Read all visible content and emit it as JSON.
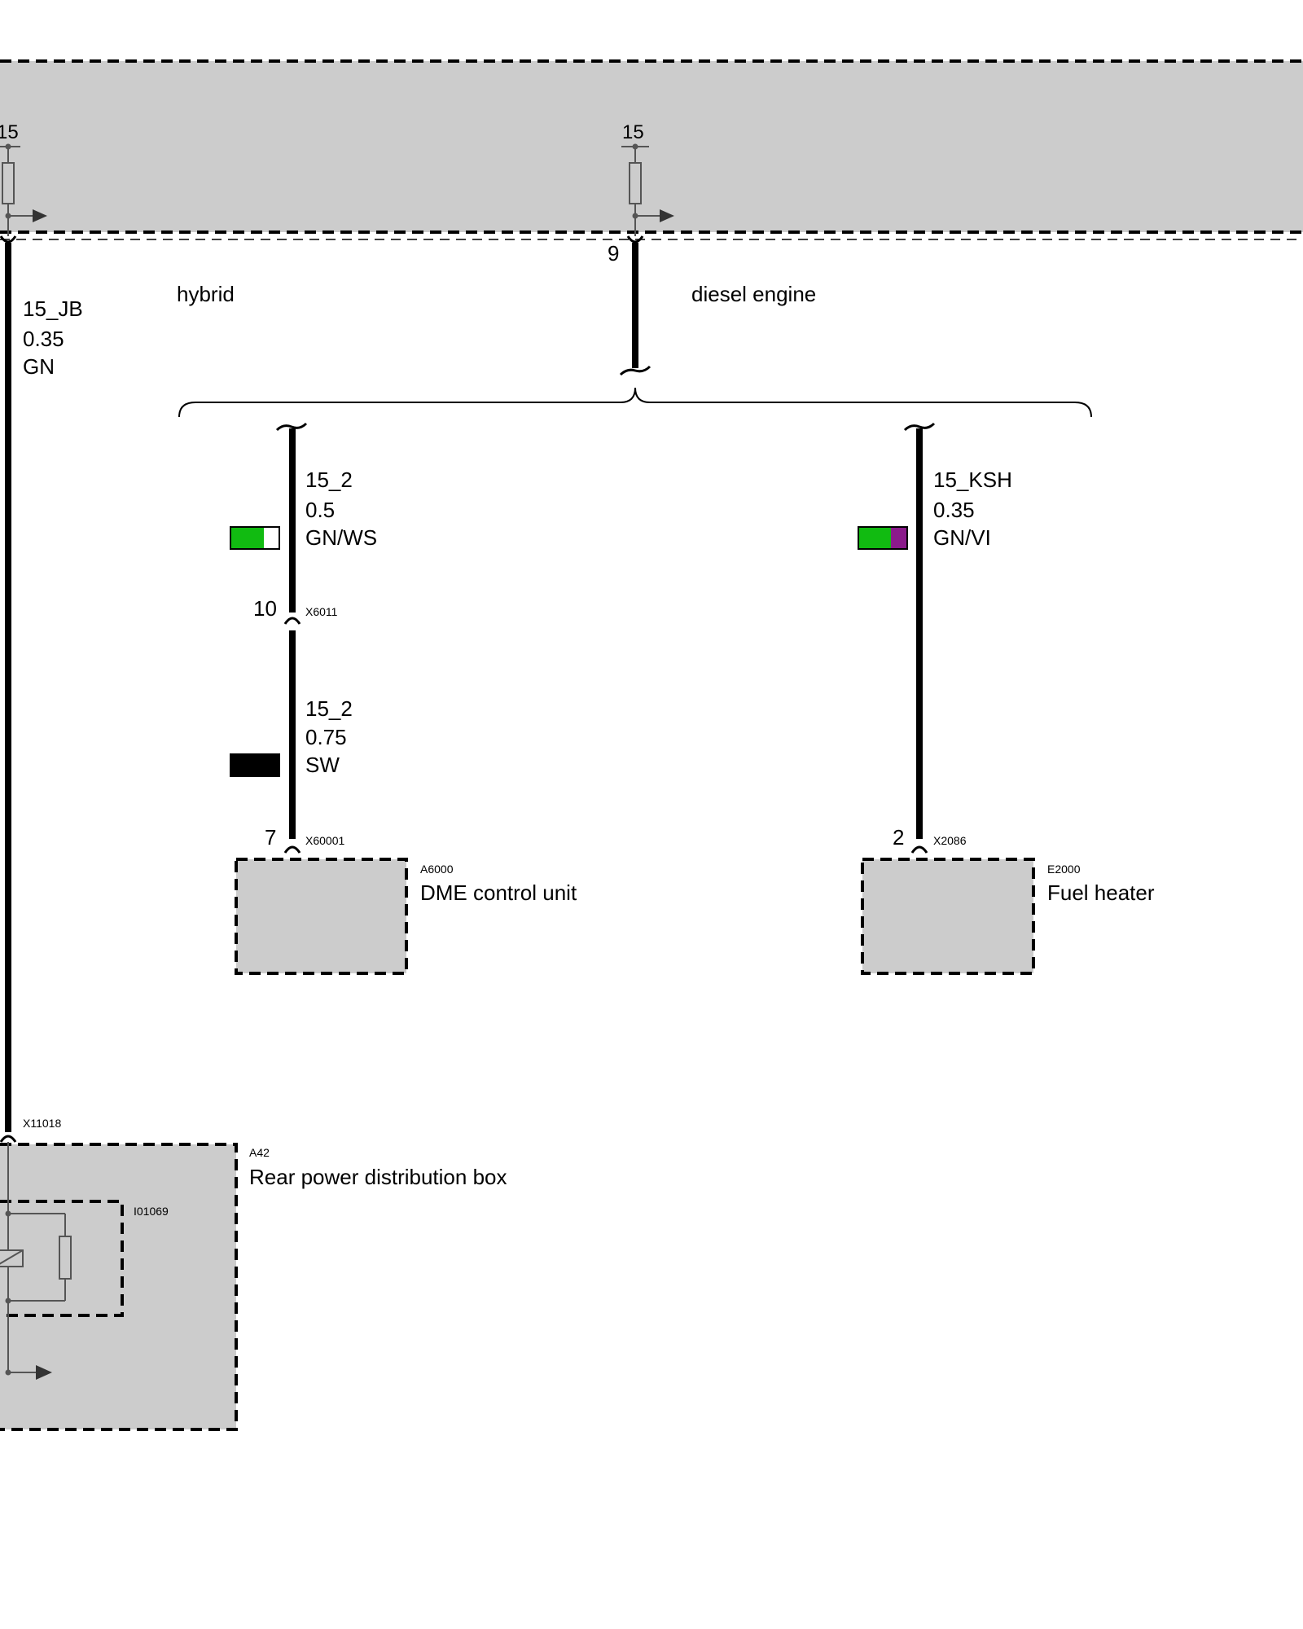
{
  "top_module": {
    "fuse_left_label": "15",
    "fuse_mid_label": "15",
    "pin_mid": "9"
  },
  "variants": {
    "left": "hybrid",
    "right": "diesel engine"
  },
  "wire_15jb": {
    "name": "15_JB",
    "size": "0.35",
    "color": "GN",
    "connector": "X11018"
  },
  "wire_152_a": {
    "name": "15_2",
    "size": "0.5",
    "color": "GN/WS",
    "color_swatch": [
      "#11bb11",
      "#ffffff"
    ],
    "pin": "10",
    "connector": "X6011"
  },
  "wire_152_b": {
    "name": "15_2",
    "size": "0.75",
    "color": "SW",
    "color_swatch": [
      "#000000"
    ],
    "pin": "7",
    "connector": "X60001"
  },
  "wire_ksh": {
    "name": "15_KSH",
    "size": "0.35",
    "color": "GN/VI",
    "color_swatch": [
      "#11bb11",
      "#8b1a8b"
    ],
    "pin": "2",
    "connector": "X2086"
  },
  "components": {
    "dme": {
      "id": "A6000",
      "name": "DME control unit"
    },
    "fuel_heater": {
      "id": "E2000",
      "name": "Fuel heater"
    },
    "rear_box": {
      "id": "A42",
      "name": "Rear power distribution box"
    },
    "relay": {
      "id": "I01069"
    }
  }
}
